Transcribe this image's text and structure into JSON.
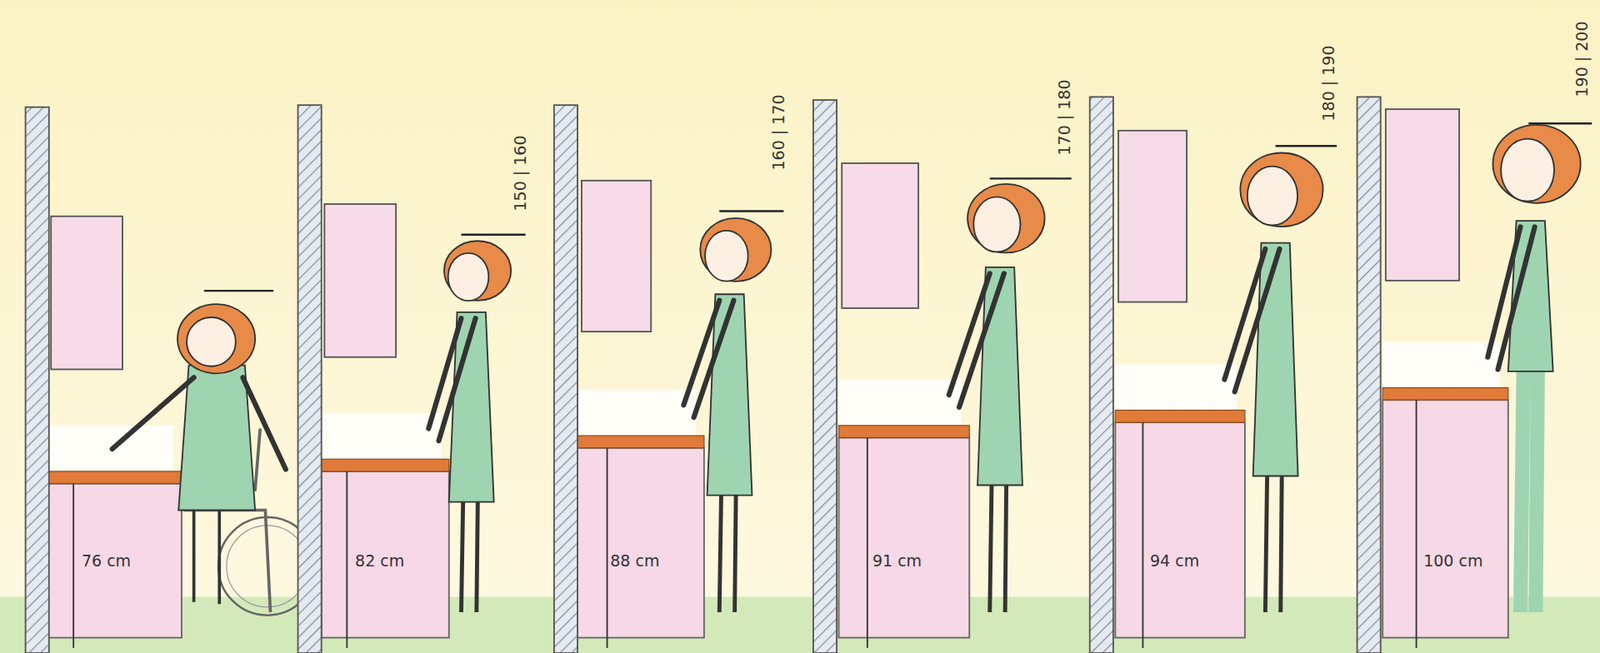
{
  "diagram": {
    "labels": [
      "76 cm",
      "82 cm",
      "88 cm",
      "91 cm",
      "94 cm",
      "100 cm",
      "150 | 160",
      "160 | 170",
      "170 | 180",
      "180 | 190",
      "190 | 200"
    ]
  }
}
